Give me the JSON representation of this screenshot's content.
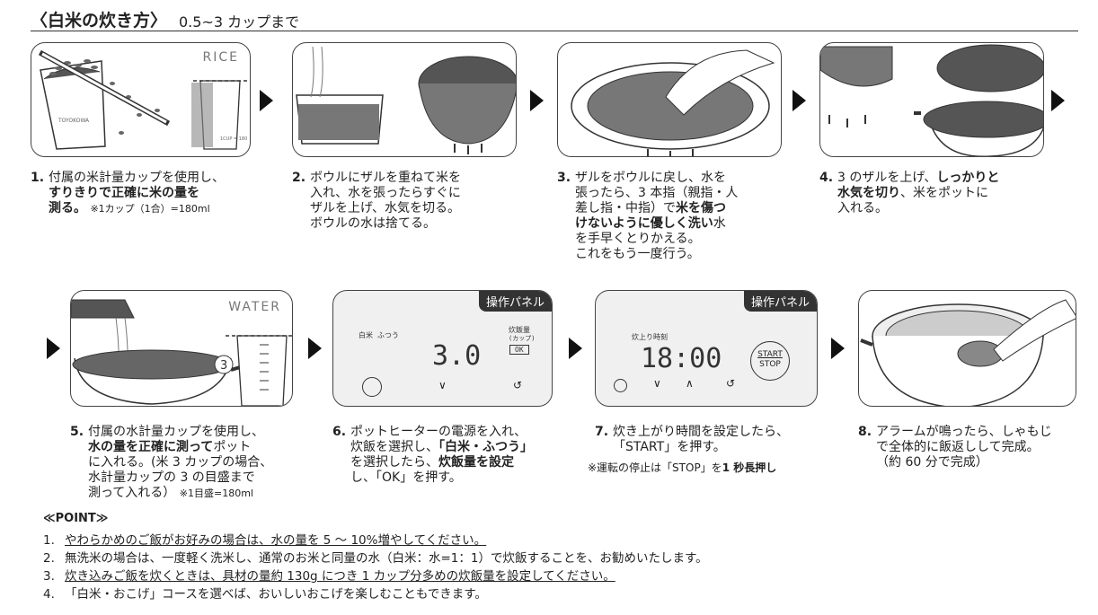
{
  "header": {
    "title": "〈白米の炊き方〉",
    "subtitle": "0.5~3 カップまで"
  },
  "panels": {
    "p1": {
      "label": "RICE",
      "cup_text": "TOYOKOWA",
      "measure_text": "1CUP = 180"
    },
    "p5": {
      "label": "WATER",
      "marker": "3"
    },
    "p6": {
      "tag": "操作パネル",
      "mode": "白米 ふつう",
      "setting_label": "炊飯量",
      "setting_unit": "(カップ)",
      "ok": "OK",
      "display": "3.0"
    },
    "p7": {
      "tag": "操作パネル",
      "time_label": "炊上り時刻",
      "display": "18:00",
      "start": "START",
      "stop": "STOP"
    }
  },
  "steps": [
    {
      "num": "1.",
      "lines": [
        "付属の米計量カップを使用し、",
        "すりきりで正確に米の量を",
        "測る。"
      ],
      "note": "※1カップ（1合）=180ml"
    },
    {
      "num": "2.",
      "lines": [
        "ボウルにザルを重ねて米を",
        "入れ、水を張ったらすぐに",
        "ザルを上げ、水気を切る。",
        "ボウルの水は捨てる。"
      ]
    },
    {
      "num": "3.",
      "lines": [
        "ザルをボウルに戻し、水を",
        "張ったら、3 本指（親指・人",
        "差し指・中指）で",
        "米を傷つ",
        "けないように優しく洗い",
        "水",
        "を手早くとりかえる。",
        "これをもう一度行う。"
      ]
    },
    {
      "num": "4.",
      "lines": [
        "3 のザルを上げ、",
        "しっかりと",
        "水気を切り",
        "、米をポットに",
        "入れる。"
      ]
    },
    {
      "num": "5.",
      "lines": [
        "付属の水計量カップを使用し、",
        "水の量を正確に測って",
        "ポット",
        "に入れる。(米 3 カップの場合、",
        "水計量カップの 3 の目盛まで",
        "測って入れる）"
      ],
      "note": "※1目盛=180ml"
    },
    {
      "num": "6.",
      "lines": [
        "ポットヒーターの電源を入れ、",
        "炊飯を選択し、",
        "「白米・ふつう」",
        "を選択したら、",
        "炊飯量を設定",
        "し、「OK」を押す。"
      ]
    },
    {
      "num": "7.",
      "lines": [
        "炊き上がり時間を設定したら、",
        "「START」を押す。"
      ],
      "note_a": "※運転の停止は「STOP」を",
      "note_b": "1 秒長押し"
    },
    {
      "num": "8.",
      "lines": [
        "アラームが鳴ったら、しゃもじ",
        "で全体的に飯返しして完成。",
        "（約 60 分で完成）"
      ]
    }
  ],
  "point": {
    "heading": "≪POINT≫",
    "items": [
      {
        "n": "1.",
        "text": "やわらかめのご飯がお好みの場合は、水の量を 5 〜 10%増やしてください。"
      },
      {
        "n": "2.",
        "text": "無洗米の場合は、一度軽く洗米し、通常のお米と同量の水（白米：水=1：1）で炊飯することを、お勧めいたします。"
      },
      {
        "n": "3.",
        "text": "炊き込みご飯を炊くときは、具材の量約 130g につき 1 カップ分多めの炊飯量を設定してください。"
      },
      {
        "n": "4.",
        "text": "「白米・おこげ」コースを選べば、おいしいおこげを楽しむこともできます。"
      }
    ]
  }
}
